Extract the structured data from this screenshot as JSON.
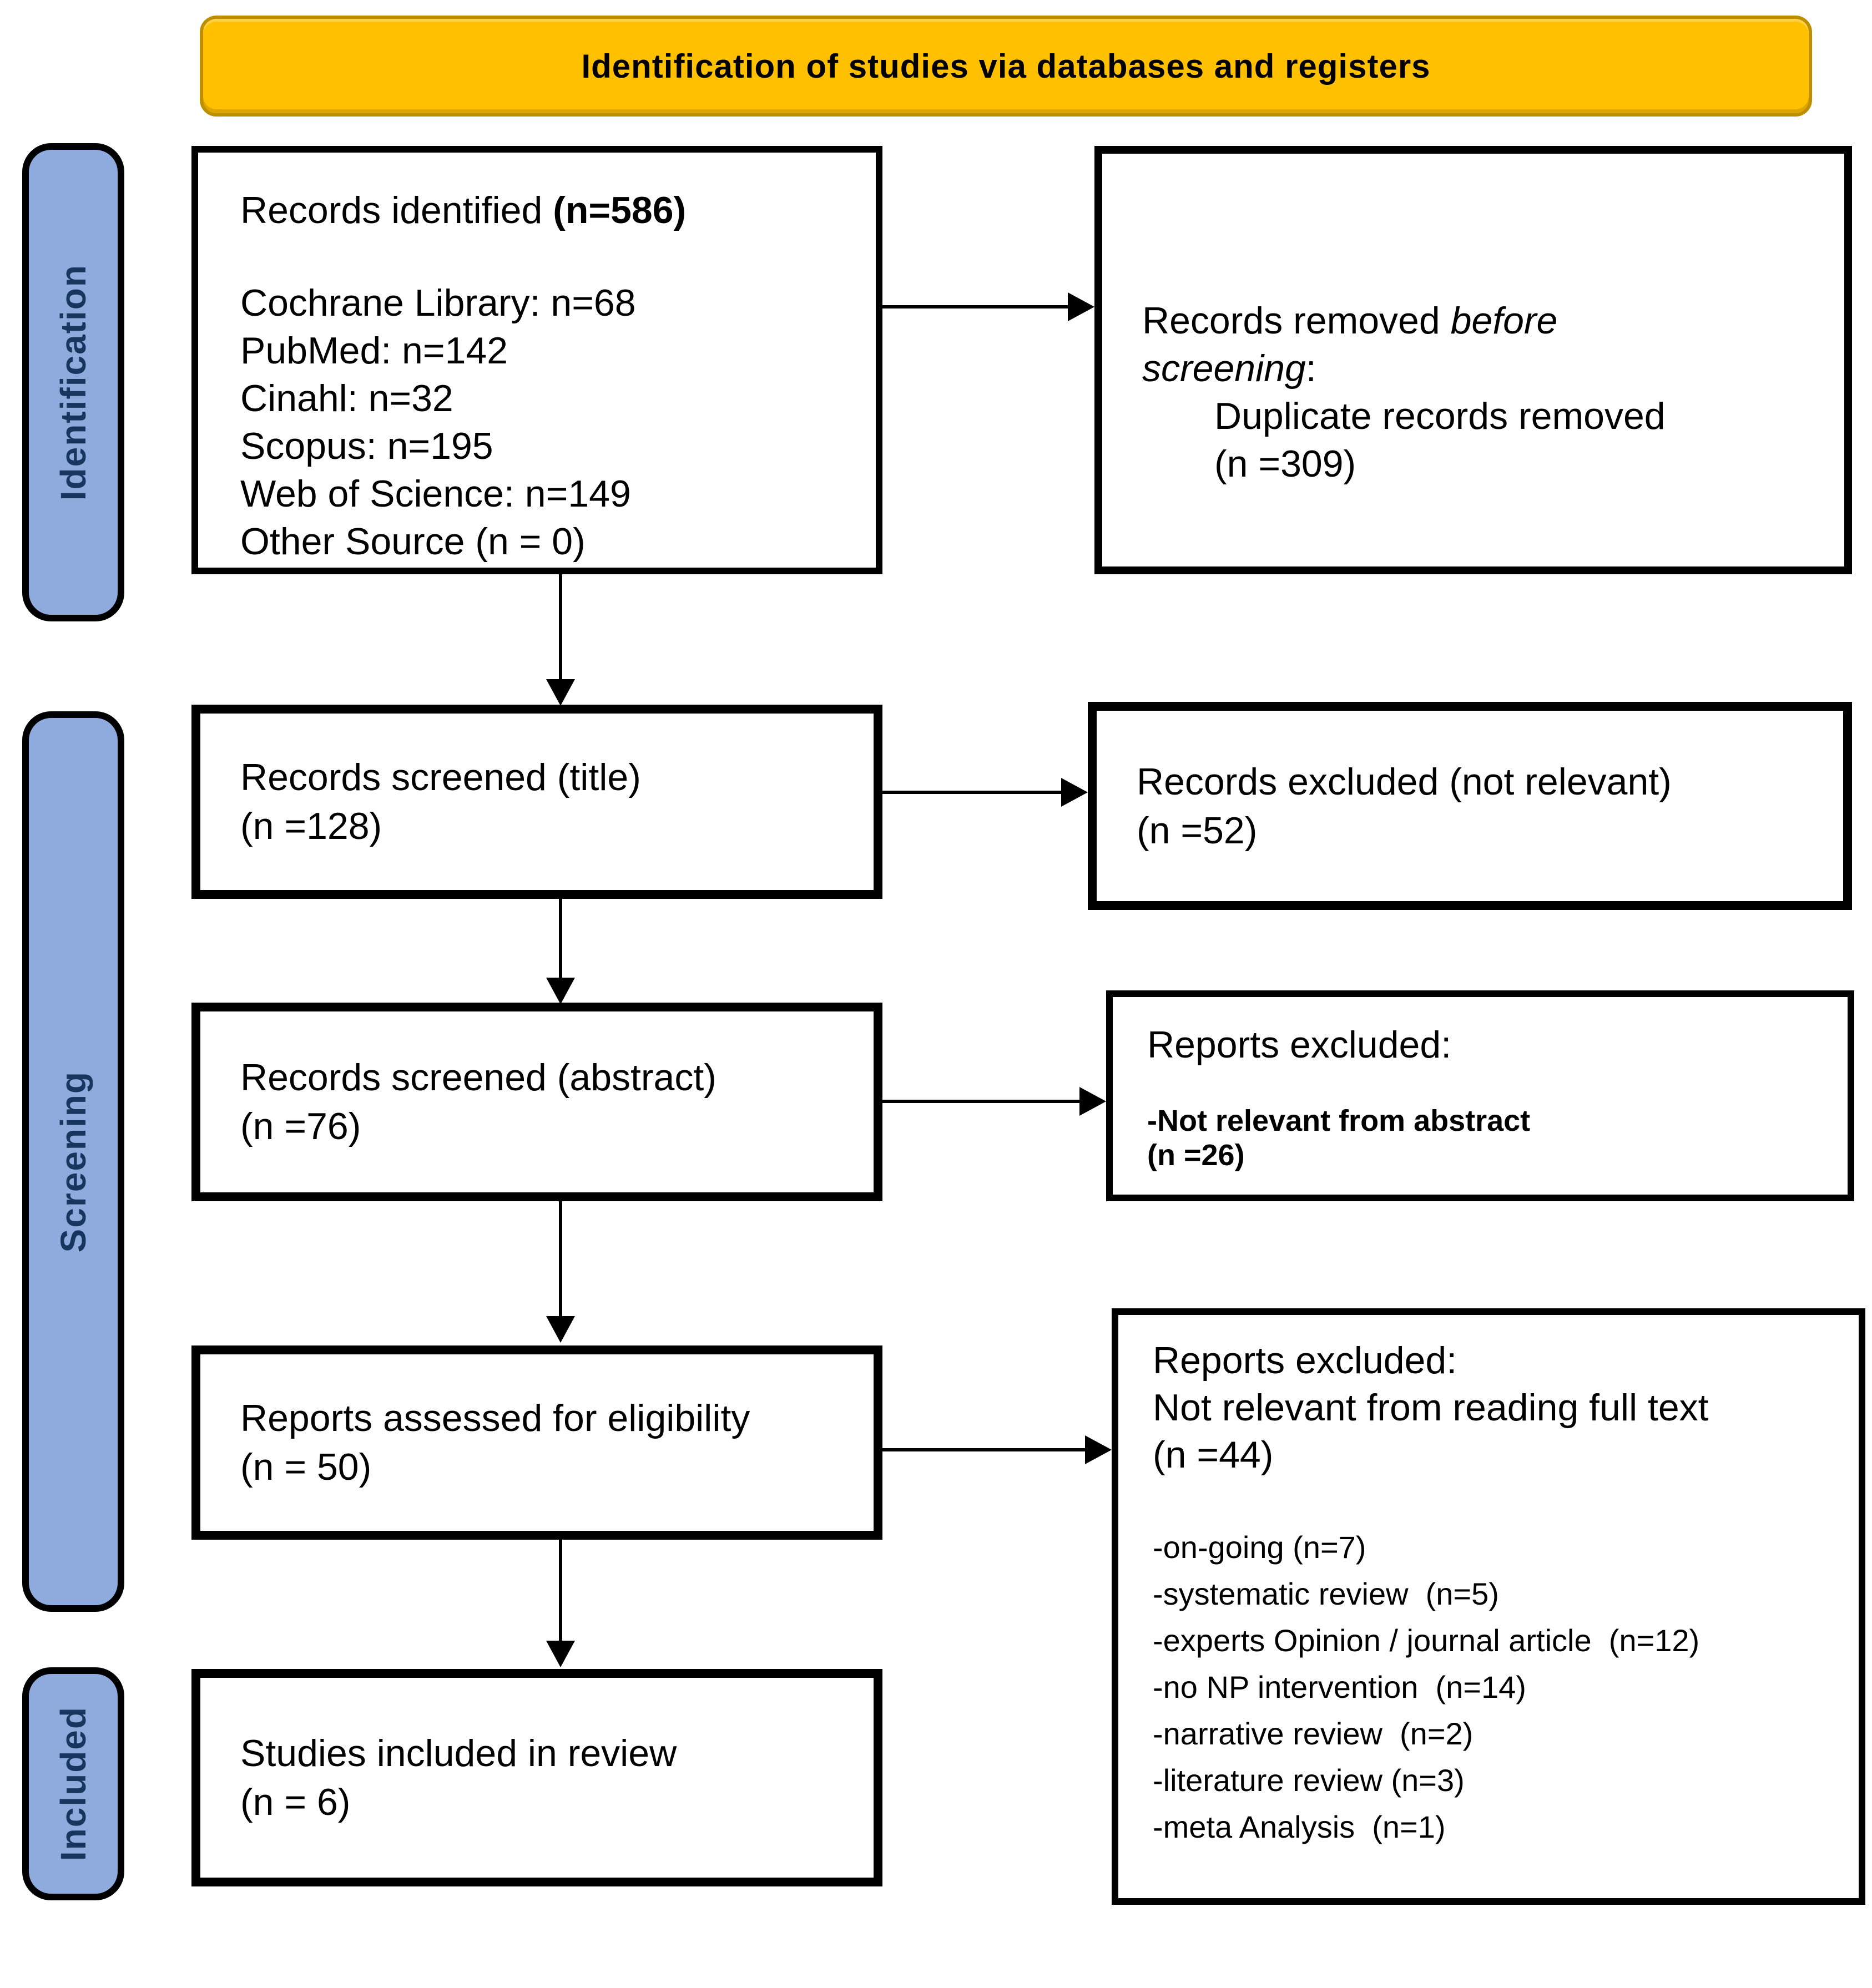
{
  "banner": {
    "title": "Identification of studies via databases and registers"
  },
  "sidebar": {
    "identification": "Identification",
    "screening": "Screening",
    "included": "Included"
  },
  "boxes": {
    "identified": {
      "title_prefix": "Records identified ",
      "title_bold": "(n=586)",
      "sources": [
        "Cochrane Library: n=68",
        "PubMed: n=142",
        "Cinahl: n=32",
        "Scopus: n=195",
        "Web of Science: n=149",
        "Other Source (n = 0)"
      ]
    },
    "removed_before_screening": {
      "prefix": "Records removed ",
      "italic": "before screening",
      "suffix": ":",
      "detail": "Duplicate records removed",
      "count": "(n =309)"
    },
    "screened_title": {
      "line1": "Records screened (title)",
      "line2": "(n =128)"
    },
    "excluded_title": {
      "line1": "Records excluded (not relevant)",
      "line2": "(n =52)"
    },
    "screened_abstract": {
      "line1": "Records screened (abstract)",
      "line2": "(n =76)"
    },
    "excluded_abstract": {
      "heading": "Reports excluded:",
      "detail": "-Not relevant from abstract",
      "count": "(n =26)"
    },
    "assessed": {
      "line1": "Reports assessed for eligibility",
      "line2": "(n = 50)"
    },
    "excluded_fulltext": {
      "heading": "Reports excluded:",
      "subheading": "Not relevant from reading full text",
      "count": "(n =44)",
      "reasons": [
        "-on-going (n=7)",
        "-systematic review  (n=5)",
        "-experts Opinion / journal article  (n=12)",
        "-no NP intervention  (n=14)",
        "-narrative review  (n=2)",
        "-literature review (n=3)",
        "-meta Analysis  (n=1)"
      ]
    },
    "included": {
      "line1": "Studies included in review",
      "line2": "(n = 6)"
    }
  },
  "colors": {
    "banner_bg": "#FFC000",
    "banner_border": "#BD8F00",
    "tab_bg": "#8FAADC",
    "tab_text": "#17365D",
    "box_border": "#000000",
    "box_bg": "#FFFFFF"
  }
}
